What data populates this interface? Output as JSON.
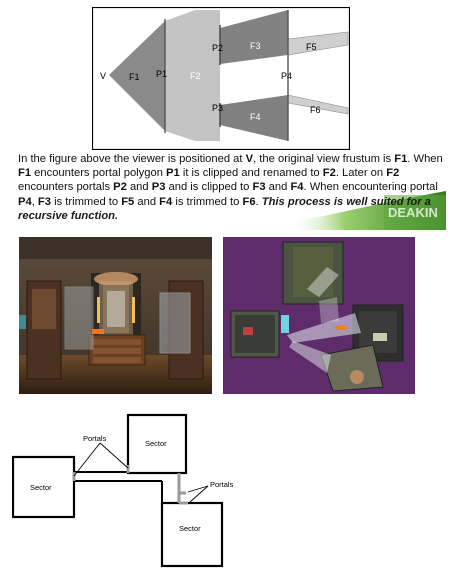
{
  "frustum_diagram": {
    "viewer_label": "V",
    "frustum_labels": [
      "F1",
      "F2",
      "F3",
      "F4",
      "F5",
      "F6"
    ],
    "portal_labels": [
      "P1",
      "P2",
      "P3",
      "P4"
    ],
    "colors": {
      "f1": "#8a8a8a",
      "f2": "#c4c4c4",
      "f3": "#828282",
      "f4": "#808080",
      "f5": "#cfcfcf",
      "f6": "#cfcfcf",
      "portal": "#555555",
      "frame": "#000000"
    }
  },
  "caption": {
    "s1_a": "In the figure above the viewer is positioned at ",
    "s1_v": "V",
    "s1_b": ", the original view frustum is ",
    "s1_f1": "F1",
    "s1_c": ".",
    "s2_a": "When ",
    "s2_f1": "F1",
    "s2_b": " encounters portal polygon ",
    "s2_p1": "P1",
    "s2_c": " it is clipped and renamed to ",
    "s2_f2": "F2",
    "s2_d": ". Later on",
    "s3_f2": "F2",
    "s3_a": " encounters portals ",
    "s3_p2": "P2",
    "s3_b": " and ",
    "s3_p3": "P3",
    "s3_c": " and is clipped to ",
    "s3_f3": "F3",
    "s3_d": " and ",
    "s3_f4": "F4",
    "s3_e": ". When encountering portal ",
    "s3_p4": "P4",
    "s3_f": ", ",
    "s3_f3b": "F3",
    "s3_g": " is trimmed to ",
    "s3_f5": "F5",
    "s3_h": " and ",
    "s3_f4b": "F4",
    "s3_i": " is trimmed to ",
    "s3_f6": "F6",
    "s3_j": ". ",
    "emphasis": "This process is well suited for a recursive function."
  },
  "watermark": "DEAKIN",
  "sector_diagram": {
    "sector_label": "Sector",
    "portals_label": "Portals"
  }
}
